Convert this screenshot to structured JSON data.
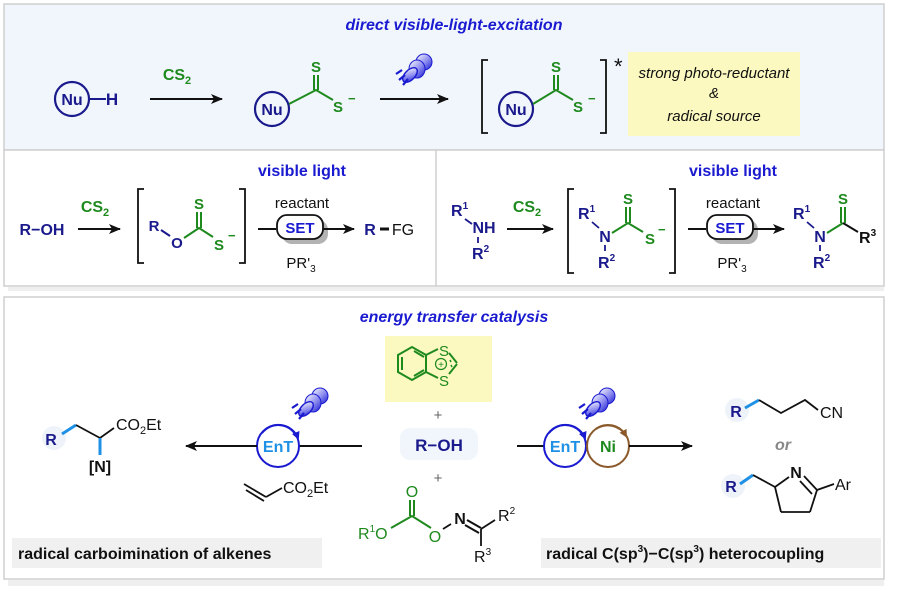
{
  "colors": {
    "navy": "#1a1a8c",
    "title_blue": "#1a1ad0",
    "green": "#1e8a1e",
    "light_blue_bond": "#1e90e6",
    "nickel_brown": "#8b5a2b",
    "top_panel_bg": "#f1f6fc",
    "highlight_yellow": "#fbf8c0"
  },
  "top_panel": {
    "title": "direct visible-light-excitation",
    "start": {
      "ring": "Nu",
      "atom": "H"
    },
    "reagent": "CS",
    "reagent_sub": "2",
    "intermediate": {
      "ring": "Nu",
      "thione_s": "S",
      "thiolate_s": "S",
      "charge": "−"
    },
    "light_icon": "light-bulb",
    "excited": {
      "ring": "Nu",
      "thione_s": "S",
      "thiolate_s": "S",
      "charge": "−",
      "star": "*"
    },
    "callout": {
      "line1": "strong photo-reductant",
      "line2": "&",
      "line3": "radical source"
    }
  },
  "left_panel": {
    "title": "visible light",
    "start": "R−OH",
    "reagent": "CS",
    "reagent_sub": "2",
    "intermediate": {
      "R": "R",
      "O": "O",
      "thione_s": "S",
      "thiolate_s": "S",
      "charge": "−"
    },
    "above_arrow": "reactant",
    "set_label": "SET",
    "below_arrow": "PR'",
    "below_arrow_sub": "3",
    "product_R": "R",
    "product_FG": "FG"
  },
  "right_panel": {
    "title": "visible light",
    "start": {
      "R1": "R",
      "R1_sup": "1",
      "NH": "NH",
      "R2": "R",
      "R2_sup": "2"
    },
    "reagent": "CS",
    "reagent_sub": "2",
    "intermediate": {
      "R1": "R",
      "R1_sup": "1",
      "N": "N",
      "R2": "R",
      "R2_sup": "2",
      "thione_s": "S",
      "thiolate_s": "S",
      "charge": "−"
    },
    "above_arrow": "reactant",
    "set_label": "SET",
    "below_arrow": "PR'",
    "below_arrow_sub": "3",
    "product": {
      "R1": "R",
      "R1_sup": "1",
      "N": "N",
      "R2": "R",
      "R2_sup": "2",
      "S": "S",
      "R3": "R",
      "R3_sup": "3"
    }
  },
  "bottom_panel": {
    "title": "energy transfer catalysis",
    "catalyst": {
      "S_top": "S",
      "S_bottom": "S",
      "plus_charge": "+"
    },
    "plus1": "+",
    "alcohol": "R−OH",
    "plus2": "+",
    "oxime": {
      "R1": "R",
      "R1_sup": "1",
      "O1": "O",
      "carbonyl_O": "O",
      "O2": "O",
      "N": "N",
      "R2": "R",
      "R2_sup": "2",
      "R3": "R",
      "R3_sup": "3"
    },
    "left_cycle": "EnT",
    "acrylate": {
      "text": "CO",
      "sub": "2",
      "tail": "Et"
    },
    "left_product": {
      "R": "R",
      "ester": "CO",
      "ester_sub": "2",
      "ester_tail": "Et",
      "N": "[N]"
    },
    "left_caption": "radical carboimination of alkenes",
    "right_cycle1": "EnT",
    "right_cycle2": "Ni",
    "nitrile_product": {
      "R": "R",
      "CN": "CN"
    },
    "or_label": "or",
    "pyrroline_product": {
      "R": "R",
      "N": "N",
      "Ar": "Ar"
    },
    "right_caption": {
      "prefix": "radical C(sp",
      "sup1": "3",
      "mid": ")−C(sp",
      "sup2": "3",
      "suffix": ") heterocoupling"
    }
  }
}
